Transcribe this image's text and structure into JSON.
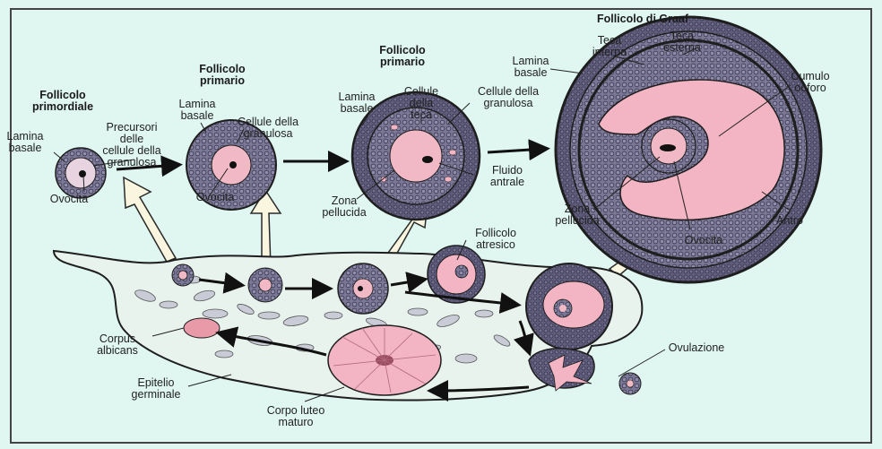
{
  "colors": {
    "background": "#dff6f1",
    "ovary_fill": "#e9f3ee",
    "granulosa": "#7a7896",
    "oocyte_pink": "#f1b9c6",
    "antrum_pink": "#f3b4c4",
    "outline": "#1e1e1e",
    "arrow_fill": "#f9f5de"
  },
  "titles": {
    "primordiale": "Follicolo\nprimordiale",
    "primario_1": "Follicolo\nprimario",
    "primario_2": "Follicolo\nprimario",
    "graaf": "Follicolo di Graaf"
  },
  "labels": {
    "lamina_basale_1": "Lamina\nbasale",
    "precursori": "Precursori\ndelle\ncellule della\ngranulosa",
    "ovocita_1": "Ovocita",
    "lamina_basale_2": "Lamina\nbasale",
    "cellule_granulosa_2": "Cellule della\ngranulosa",
    "ovocita_2": "Ovocita",
    "lamina_basale_3": "Lamina\nbasale",
    "cellule_teca": "Cellule\ndella\nteca",
    "cellule_granulosa_3": "Cellule della\ngranulosa",
    "fluido_antrale": "Fluido\nantrale",
    "zona_pellucida_3": "Zona\npellucida",
    "lamina_basale_4": "Lamina\nbasale",
    "teca_interna": "Teca\ninterna",
    "teca_esterna": "Teca\nesterna",
    "cumulo_ooforo": "Cumulo\nooforo",
    "zona_pellucida_4": "Zona\npellucida",
    "ovocita_4": "Ovocita",
    "antro": "Antro",
    "follicolo_atresico": "Follicolo\natresico",
    "ovulazione": "Ovulazione",
    "corpus_albicans": "Corpus\nalbicans",
    "epitelio_germinale": "Epitelio\ngerminale",
    "corpo_luteo": "Corpo luteo\nmaturo"
  }
}
